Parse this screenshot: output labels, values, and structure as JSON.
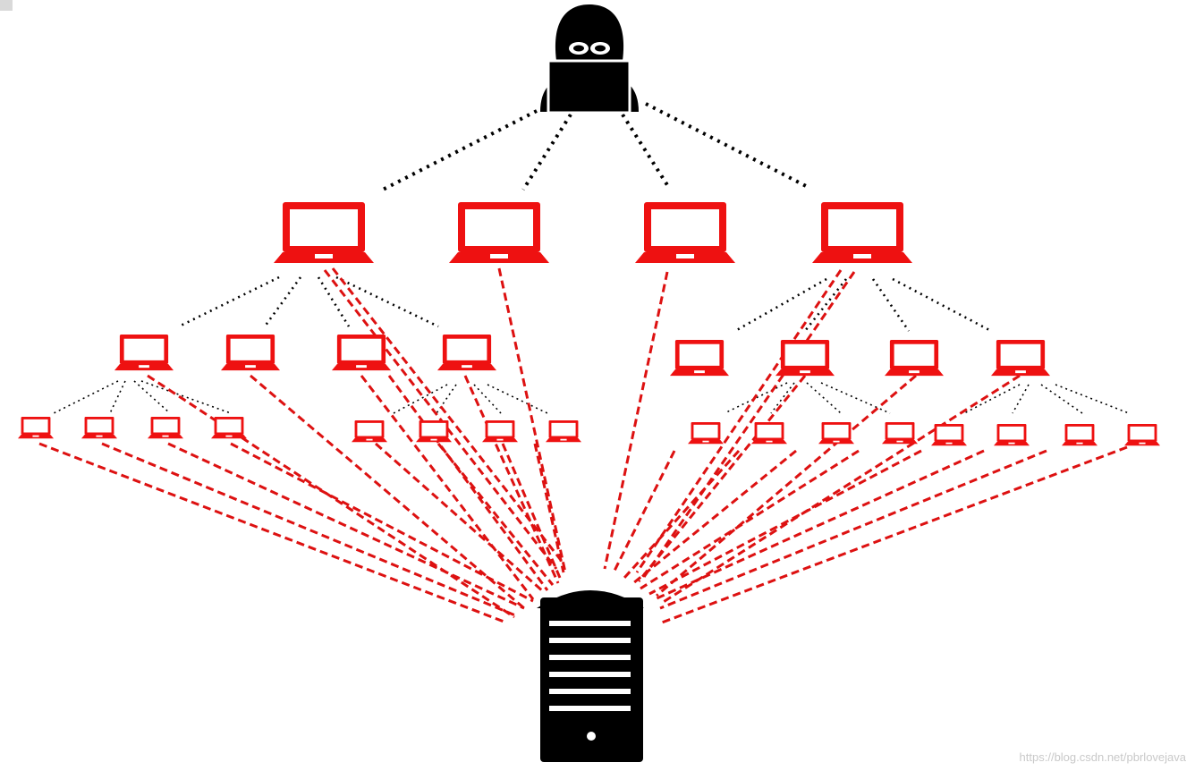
{
  "diagram": {
    "watermark": "https://blog.csdn.net/pbrlovejava",
    "colors": {
      "attacker": "#000000",
      "bot": "#ee1111",
      "server": "#000000",
      "control_line": "#000000",
      "attack_line": "#dd1111",
      "background": "#ffffff"
    },
    "nodes": {
      "attacker": {
        "icon": "hacker-icon"
      },
      "server": {
        "icon": "server-tower-icon"
      },
      "handler_count": 4,
      "agent_count": 8,
      "zombie_count": 16
    },
    "icons": {
      "attacker": "hacker-icon",
      "bot": "laptop-icon",
      "server": "server-tower-icon"
    }
  }
}
